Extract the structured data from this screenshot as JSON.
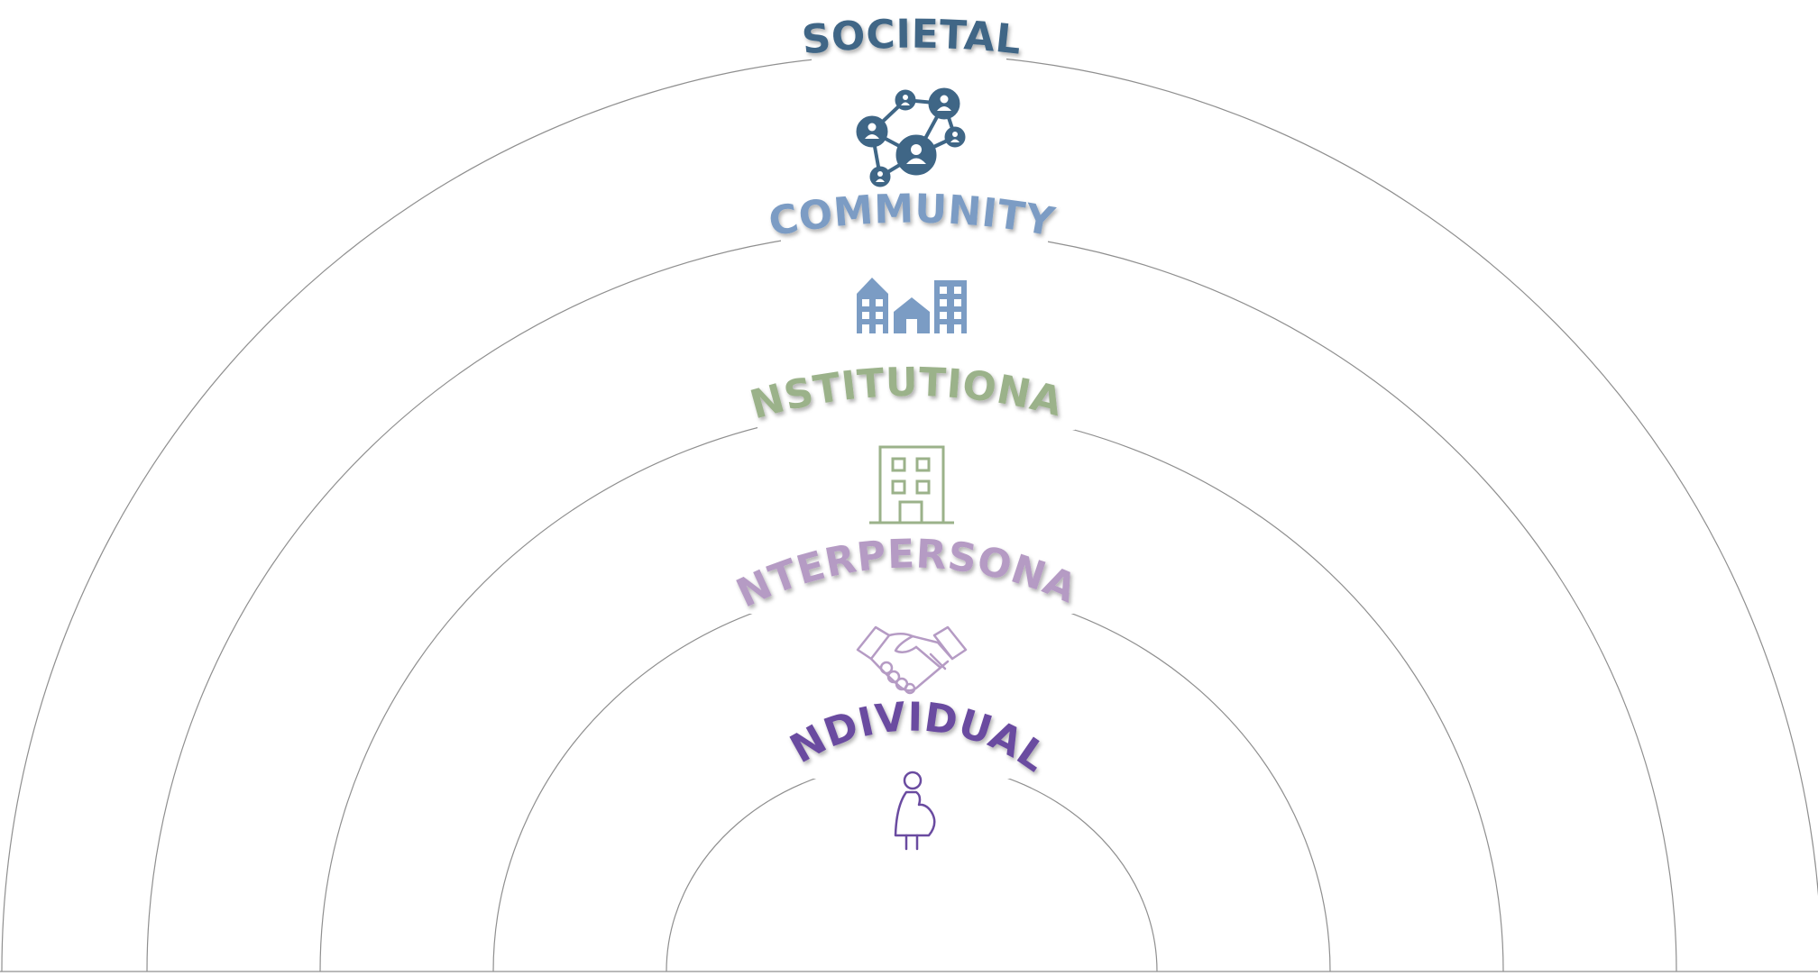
{
  "levels": [
    {
      "label": "SOCIETAL",
      "icon": "social-network-icon",
      "color": "#3f6686"
    },
    {
      "label": "COMMUNITY",
      "icon": "buildings-icon",
      "color": "#7b9cc4"
    },
    {
      "label": "INSTITUTIONAL",
      "icon": "office-building-icon",
      "color": "#9bb28a"
    },
    {
      "label": "INTERPERSONAL",
      "icon": "handshake-icon",
      "color": "#b59bc4"
    },
    {
      "label": "INDIVIDUAL",
      "icon": "pregnant-woman-icon",
      "color": "#6a4ba0"
    }
  ]
}
